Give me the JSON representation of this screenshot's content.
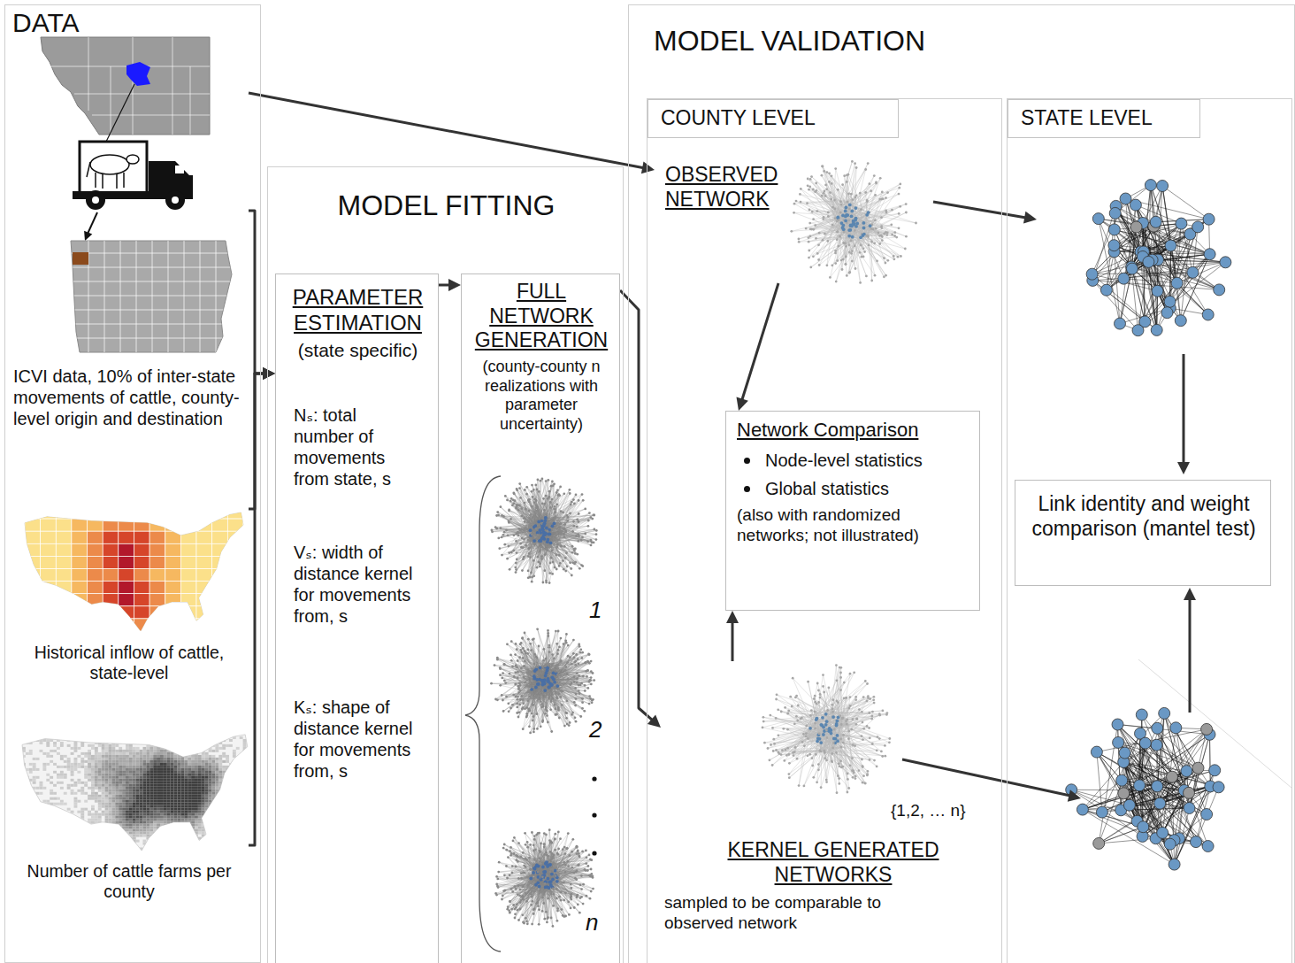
{
  "diagram": {
    "nodes": [
      {
        "text": [
          "DATA"
        ]
      },
      {
        "text": [
          "ICVI data, 10% of inter-state movements of cattle, county-level origin and destination"
        ],
        "in": 0
      },
      {
        "text": [
          "Historical inflow of cattle, state-level"
        ],
        "in": 0
      },
      {
        "text": [
          "Number of cattle farms per county"
        ],
        "in": 0
      },
      {
        "text": [
          "MODEL FITTING"
        ]
      },
      {
        "text": [
          "PARAMETER ESTIMATION",
          "(state specific)",
          "Nₛ: total number of movements from state, s",
          "Vₛ: width of distance kernel for movements from, s",
          "Kₛ: shape of distance kernel for movements from, s"
        ],
        "in": 4
      },
      {
        "text": [
          "FULL NETWORK GENERATION",
          "(county-county n realizations with parameter uncertainty)"
        ],
        "in": 4
      },
      {
        "text": [
          "MODEL VALIDATION"
        ]
      },
      {
        "text": [
          "COUNTY LEVEL"
        ],
        "in": 7
      },
      {
        "text": [
          "OBSERVED NETWORK"
        ],
        "in": 8
      },
      {
        "text": [
          "Network Comparison",
          "Node-level statistics",
          "Global statistics",
          "(also with randomized networks; not illustrated)"
        ],
        "in": 8
      },
      {
        "text": [
          "{1,2, … n}",
          "KERNEL GENERATED NETWORKS",
          "sampled to be comparable to observed network"
        ],
        "in": 8
      },
      {
        "text": [
          "STATE LEVEL"
        ],
        "in": 7
      },
      {
        "text": [
          "Link identity and weight comparison (mantel test)"
        ],
        "in": 12
      }
    ],
    "edges": [
      {
        "from": 1,
        "to": 9,
        "arrow": "to"
      },
      {
        "from": 1,
        "to": 5,
        "arrow": "to"
      },
      {
        "from": 2,
        "to": 5,
        "arrow": "to"
      },
      {
        "from": 3,
        "to": 5,
        "arrow": "to"
      },
      {
        "from": 5,
        "to": 6,
        "arrow": "to"
      },
      {
        "from": 6,
        "to": 11,
        "arrow": "to"
      },
      {
        "from": 9,
        "to": 10,
        "arrow": "to"
      },
      {
        "from": 11,
        "to": 10,
        "arrow": "to"
      }
    ],
    "labels": [
      "1",
      "2",
      "n"
    ]
  }
}
